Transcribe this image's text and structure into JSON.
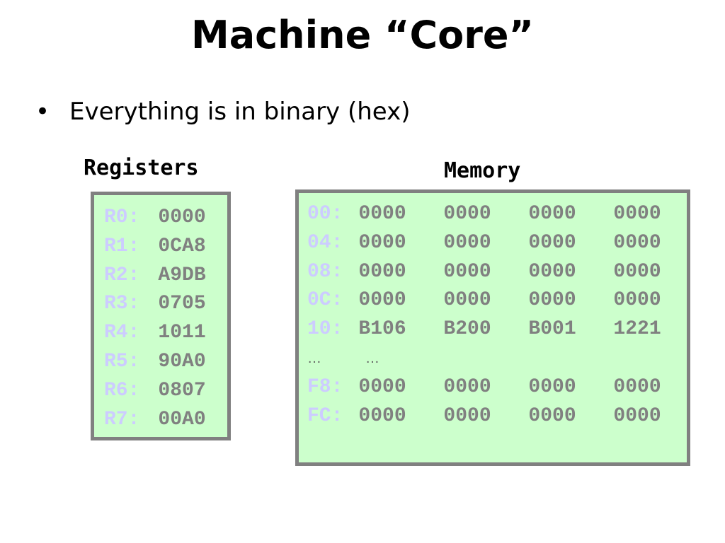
{
  "slide": {
    "title": "Machine “Core”",
    "bullet_marker": "•",
    "bullet_text": "Everything is in binary (hex)"
  },
  "registers": {
    "label": "Registers",
    "rows": [
      {
        "name": "R0:",
        "value": "0000"
      },
      {
        "name": "R1:",
        "value": "0CA8"
      },
      {
        "name": "R2:",
        "value": "A9DB"
      },
      {
        "name": "R3:",
        "value": "0705"
      },
      {
        "name": "R4:",
        "value": "1011"
      },
      {
        "name": "R5:",
        "value": "90A0"
      },
      {
        "name": "R6:",
        "value": "0807"
      },
      {
        "name": "R7:",
        "value": "00A0"
      }
    ]
  },
  "memory": {
    "label": "Memory",
    "rows": [
      {
        "addr": "00:",
        "words": [
          "0000",
          "0000",
          "0000",
          "0000"
        ]
      },
      {
        "addr": "04:",
        "words": [
          "0000",
          "0000",
          "0000",
          "0000"
        ]
      },
      {
        "addr": "08:",
        "words": [
          "0000",
          "0000",
          "0000",
          "0000"
        ]
      },
      {
        "addr": "0C:",
        "words": [
          "0000",
          "0000",
          "0000",
          "0000"
        ]
      },
      {
        "addr": "10:",
        "words": [
          "B106",
          "B200",
          "B001",
          "1221"
        ]
      }
    ],
    "ellipsis": [
      "…",
      "…"
    ],
    "tail_rows": [
      {
        "addr": "F8:",
        "words": [
          "0000",
          "0000",
          "0000",
          "0000"
        ]
      },
      {
        "addr": "FC:",
        "words": [
          "0000",
          "0000",
          "0000",
          "0000"
        ]
      }
    ]
  },
  "colors": {
    "panel_bg": "#ccffcc",
    "panel_border": "#808080",
    "label_color": "#ccccff",
    "value_color": "#808080"
  }
}
